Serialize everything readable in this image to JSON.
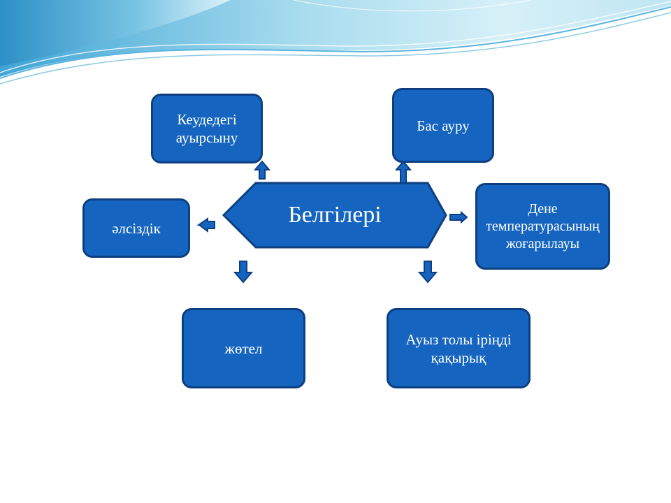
{
  "diagram": {
    "center": "Белгілері",
    "nodes": {
      "chest_pain": "Кеудедегі ауырсыну",
      "headache": "Бас ауру",
      "weakness": "әлсіздік",
      "fever": "Дене температурасының жоғарылауы",
      "cough": "жөтел",
      "sputum": "Ауыз толы іріңді қақырық"
    }
  },
  "colors": {
    "node_fill": "#1565c0",
    "node_border": "#0d3f80",
    "wave_light": "#9fd6ea",
    "wave_dark": "#3a9fd0"
  }
}
